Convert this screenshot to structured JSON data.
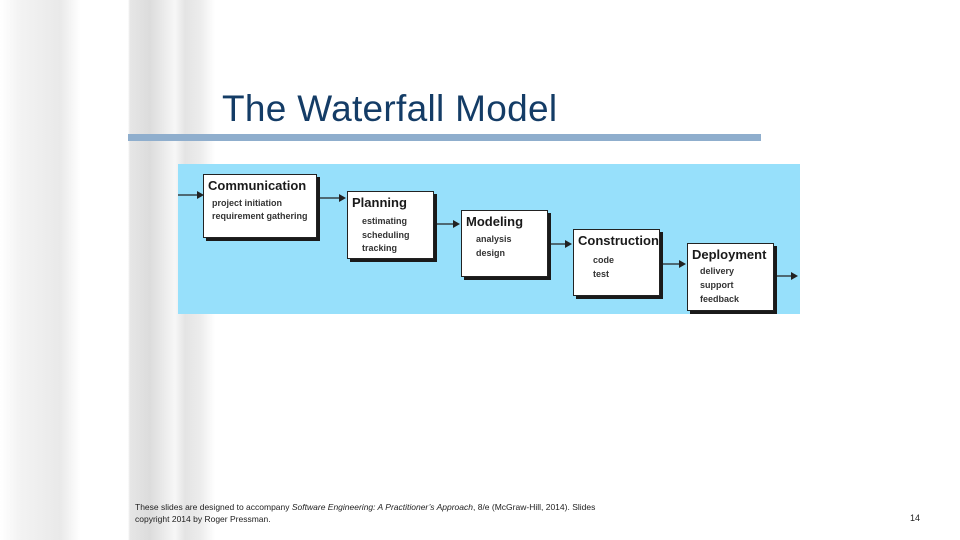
{
  "slide": {
    "title": "The Waterfall Model",
    "page_number": "14"
  },
  "diagram": {
    "stages": [
      {
        "name": "Communication",
        "activities": [
          "project initiation",
          "requirement gathering"
        ]
      },
      {
        "name": "Planning",
        "activities": [
          "estimating",
          "scheduling",
          "tracking"
        ]
      },
      {
        "name": "Modeling",
        "activities": [
          "analysis",
          "design"
        ]
      },
      {
        "name": "Construction",
        "activities": [
          "code",
          "test"
        ]
      },
      {
        "name": "Deployment",
        "activities": [
          "delivery",
          "support",
          "feedback"
        ]
      }
    ],
    "colors": {
      "background": "#97e0fb",
      "box": "#ffffff",
      "title": "#143c66",
      "rule": "#8faecd"
    }
  },
  "footer": {
    "prefix": "These slides are designed to accompany ",
    "book_title": "Software Engineering: A Practitioner’s Approach",
    "suffix": ", 8/e (McGraw-Hill, 2014). Slides",
    "line2": "copyright 2014 by Roger Pressman."
  }
}
